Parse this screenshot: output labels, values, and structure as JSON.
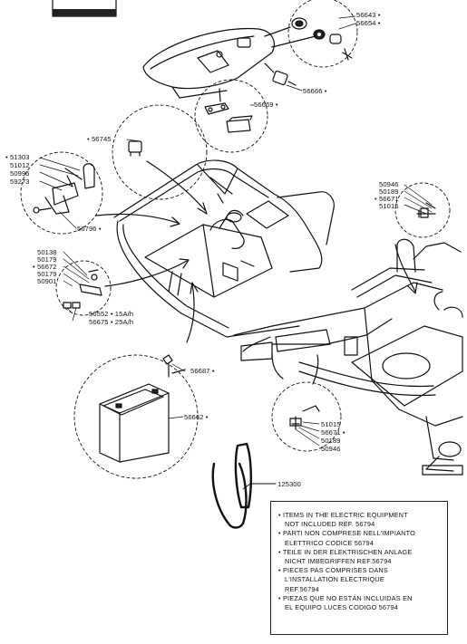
{
  "parts": {
    "p56643": "56643 •",
    "p56654": "56654 •",
    "p56666": "56666 •",
    "p56669": "56669 •",
    "p56745": "• 56745",
    "p51303": "• 51303",
    "p51012": "51012",
    "p50995": "50995",
    "p59273": "59273",
    "p56796": "56796 •",
    "p50138": "50138",
    "p50179a": "50179",
    "p56672": "• 56672",
    "p50179b": "50179",
    "p50901": "50901",
    "p56552": "56552 • 15A/h",
    "p56675": "56675 • 25A/h",
    "p56687": "56687 •",
    "p56662": "56662 •",
    "p125300": "125300",
    "p50946a": "50946",
    "p50189a": "50189",
    "p56671a": "• 56671",
    "p51015a": "51015",
    "p51015b": "51015",
    "p56671b": "56671 •",
    "p50189b": "50189",
    "p50946b": "50946"
  },
  "notes": [
    "• ITEMS IN THE ELECTRIC EQUIPMENT",
    "NOT INCLUDED REF. 56794",
    "• PARTI NON COMPRESE NELL'IMPIANTO",
    "ELETTRICO CODICE 56794",
    "• TEILE IN DER ELEKTRISCHEN ANLAGE",
    "NICHT IMBEGRIFFEN REF.56794",
    "• PIECES PAS COMPRISES DANS",
    "L'INSTALLATION ELECTRIQUE",
    "REF.56794",
    "• PIEZAS QUE NO ESTÁN INCLUIDAS EN",
    "EL EQUIPO LUCES CODIGO 56794"
  ]
}
